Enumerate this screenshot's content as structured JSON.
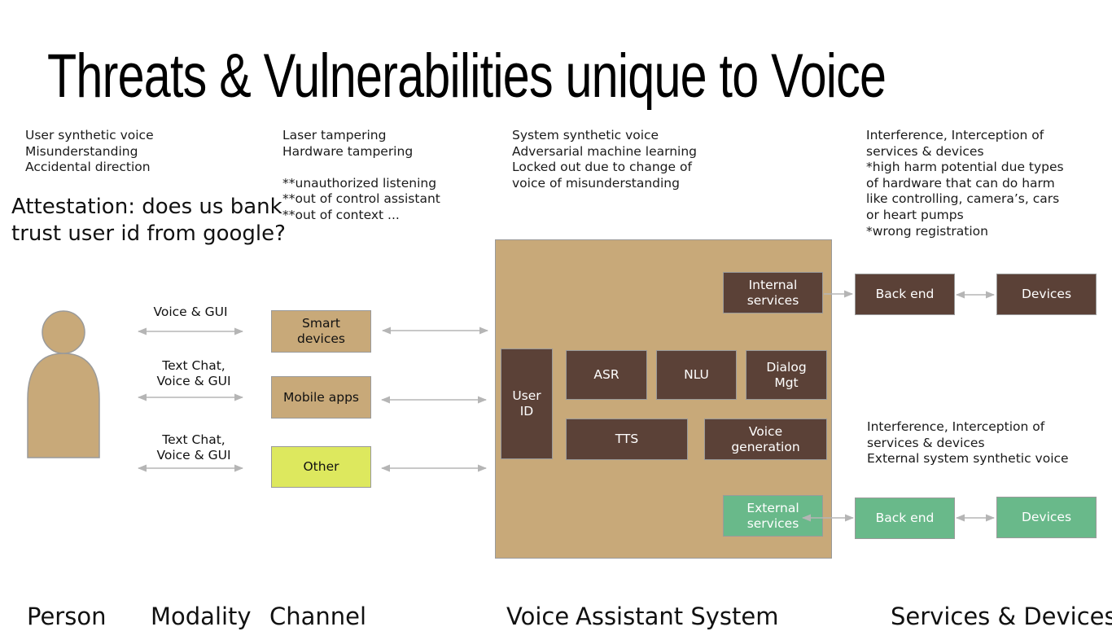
{
  "title": "Threats & Vulnerabilities unique to Voice",
  "notes": {
    "person": "User synthetic voice\nMisunderstanding\nAccidental direction",
    "channel": "Laser tampering\nHardware tampering\n\n**unauthorized listening\n**out of control assistant\n**out of context ...",
    "system": "System synthetic voice\nAdversarial machine learning\nLocked out due to change of\nvoice of misunderstanding",
    "services_top": "Interference, Interception of\nservices & devices\n*high harm potential due types\nof hardware that can do harm\nlike controlling, camera’s, cars\nor heart pumps\n*wrong registration",
    "services_bottom": "Interference, Interception of\nservices & devices\nExternal system synthetic voice"
  },
  "attestation": "Attestation: does us bank\ntrust user id from google?",
  "modality": [
    "Voice & GUI",
    "Text Chat,\nVoice & GUI",
    "Text Chat,\nVoice & GUI"
  ],
  "channels": [
    "Smart\ndevices",
    "Mobile apps",
    "Other"
  ],
  "system": {
    "user_id": "User\nID",
    "asr": "ASR",
    "nlu": "NLU",
    "dialog": "Dialog\nMgt",
    "tts": "TTS",
    "voice_gen": "Voice\ngeneration",
    "internal": "Internal\nservices",
    "external": "External\nservices"
  },
  "services": {
    "backend_top": "Back end",
    "devices_top": "Devices",
    "backend_bottom": "Back end",
    "devices_bottom": "Devices"
  },
  "footer": {
    "person": "Person",
    "modality": "Modality",
    "channel": "Channel",
    "voice": "Voice",
    "assistant": "Assistant System",
    "services": "Services & Devices"
  },
  "colors": {
    "brown": "#5b4137",
    "tan": "#c8a979",
    "lime": "#dde85e",
    "green": "#69b98a",
    "arrow": "#b5b5b5"
  }
}
